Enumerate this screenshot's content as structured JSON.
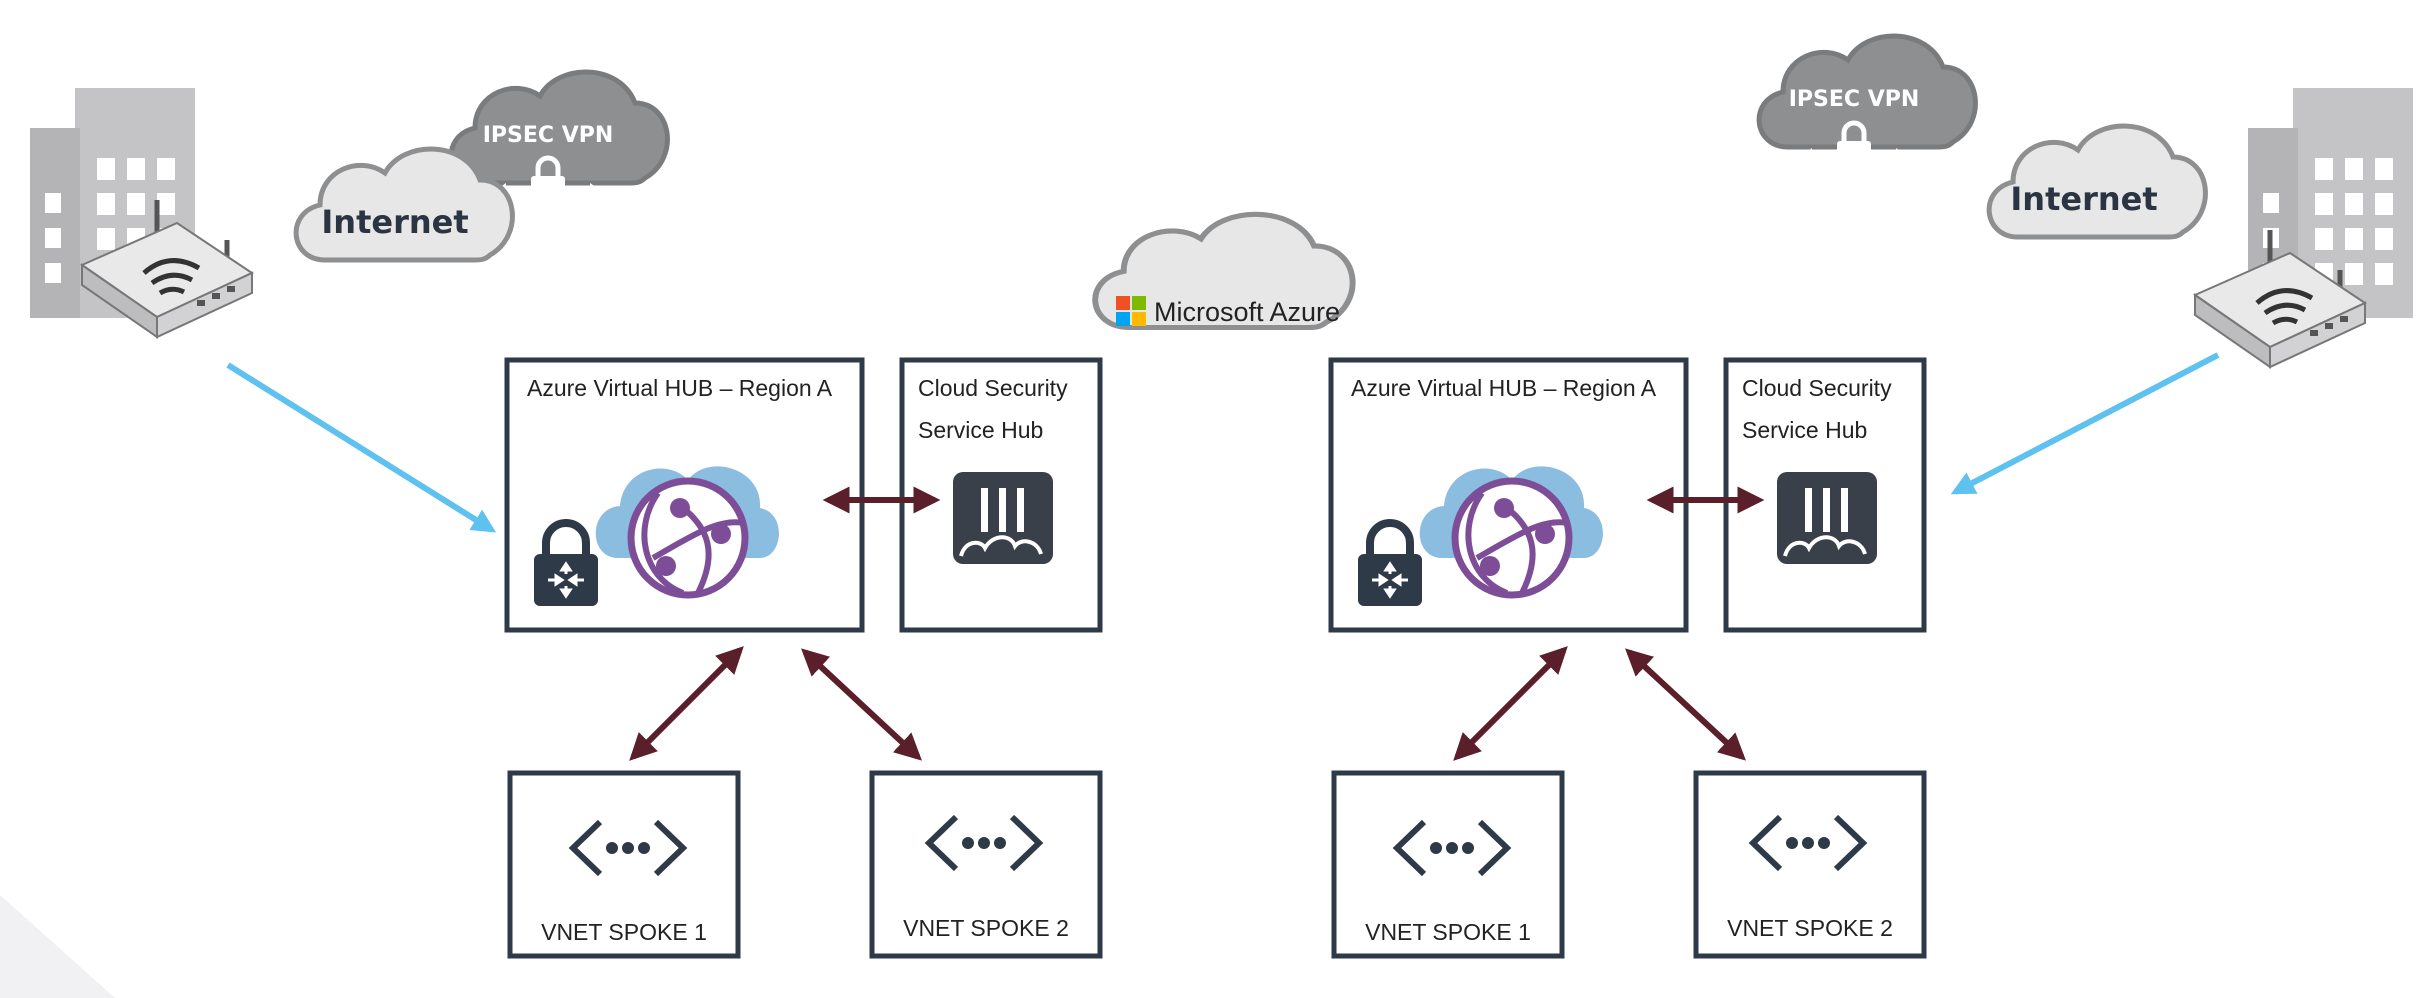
{
  "colors": {
    "box_border": "#2f3a48",
    "arrow_dark": "#5b1f2b",
    "arrow_light": "#5ec1ef",
    "cloud_light_fill": "#e7e7e8",
    "cloud_dark_fill": "#8e8f91",
    "cloud_stroke": "#7a7b7d",
    "azure_cloud_fill": "#7bb6dd",
    "globe_purple": "#7d4e97",
    "device_dark": "#2f3a48",
    "building_gray": "#c4c4c6"
  },
  "left": {
    "internet_label": "Internet",
    "vpn_label": "IPSEC VPN",
    "hub_title": "Azure Virtual HUB – Region A",
    "security_line1": "Cloud Security",
    "security_line2": "Service Hub",
    "spoke1": "VNET SPOKE 1",
    "spoke2": "VNET SPOKE 2"
  },
  "center": {
    "azure_label": "Microsoft Azure"
  },
  "right": {
    "internet_label": "Internet",
    "vpn_label": "IPSEC VPN",
    "hub_title": "Azure Virtual HUB – Region A",
    "security_line1": "Cloud Security",
    "security_line2": "Service Hub",
    "spoke1": "VNET SPOKE 1",
    "spoke2": "VNET SPOKE 2"
  }
}
